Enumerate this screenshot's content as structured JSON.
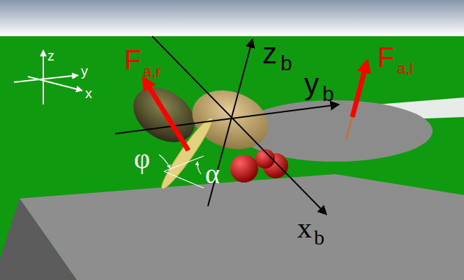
{
  "diagram": {
    "labels": [
      "z",
      "y",
      "x",
      "z",
      "b",
      "y",
      "b",
      "x",
      "b",
      "F",
      "a,r",
      "F",
      "a,l",
      "φ",
      "α"
    ]
  }
}
